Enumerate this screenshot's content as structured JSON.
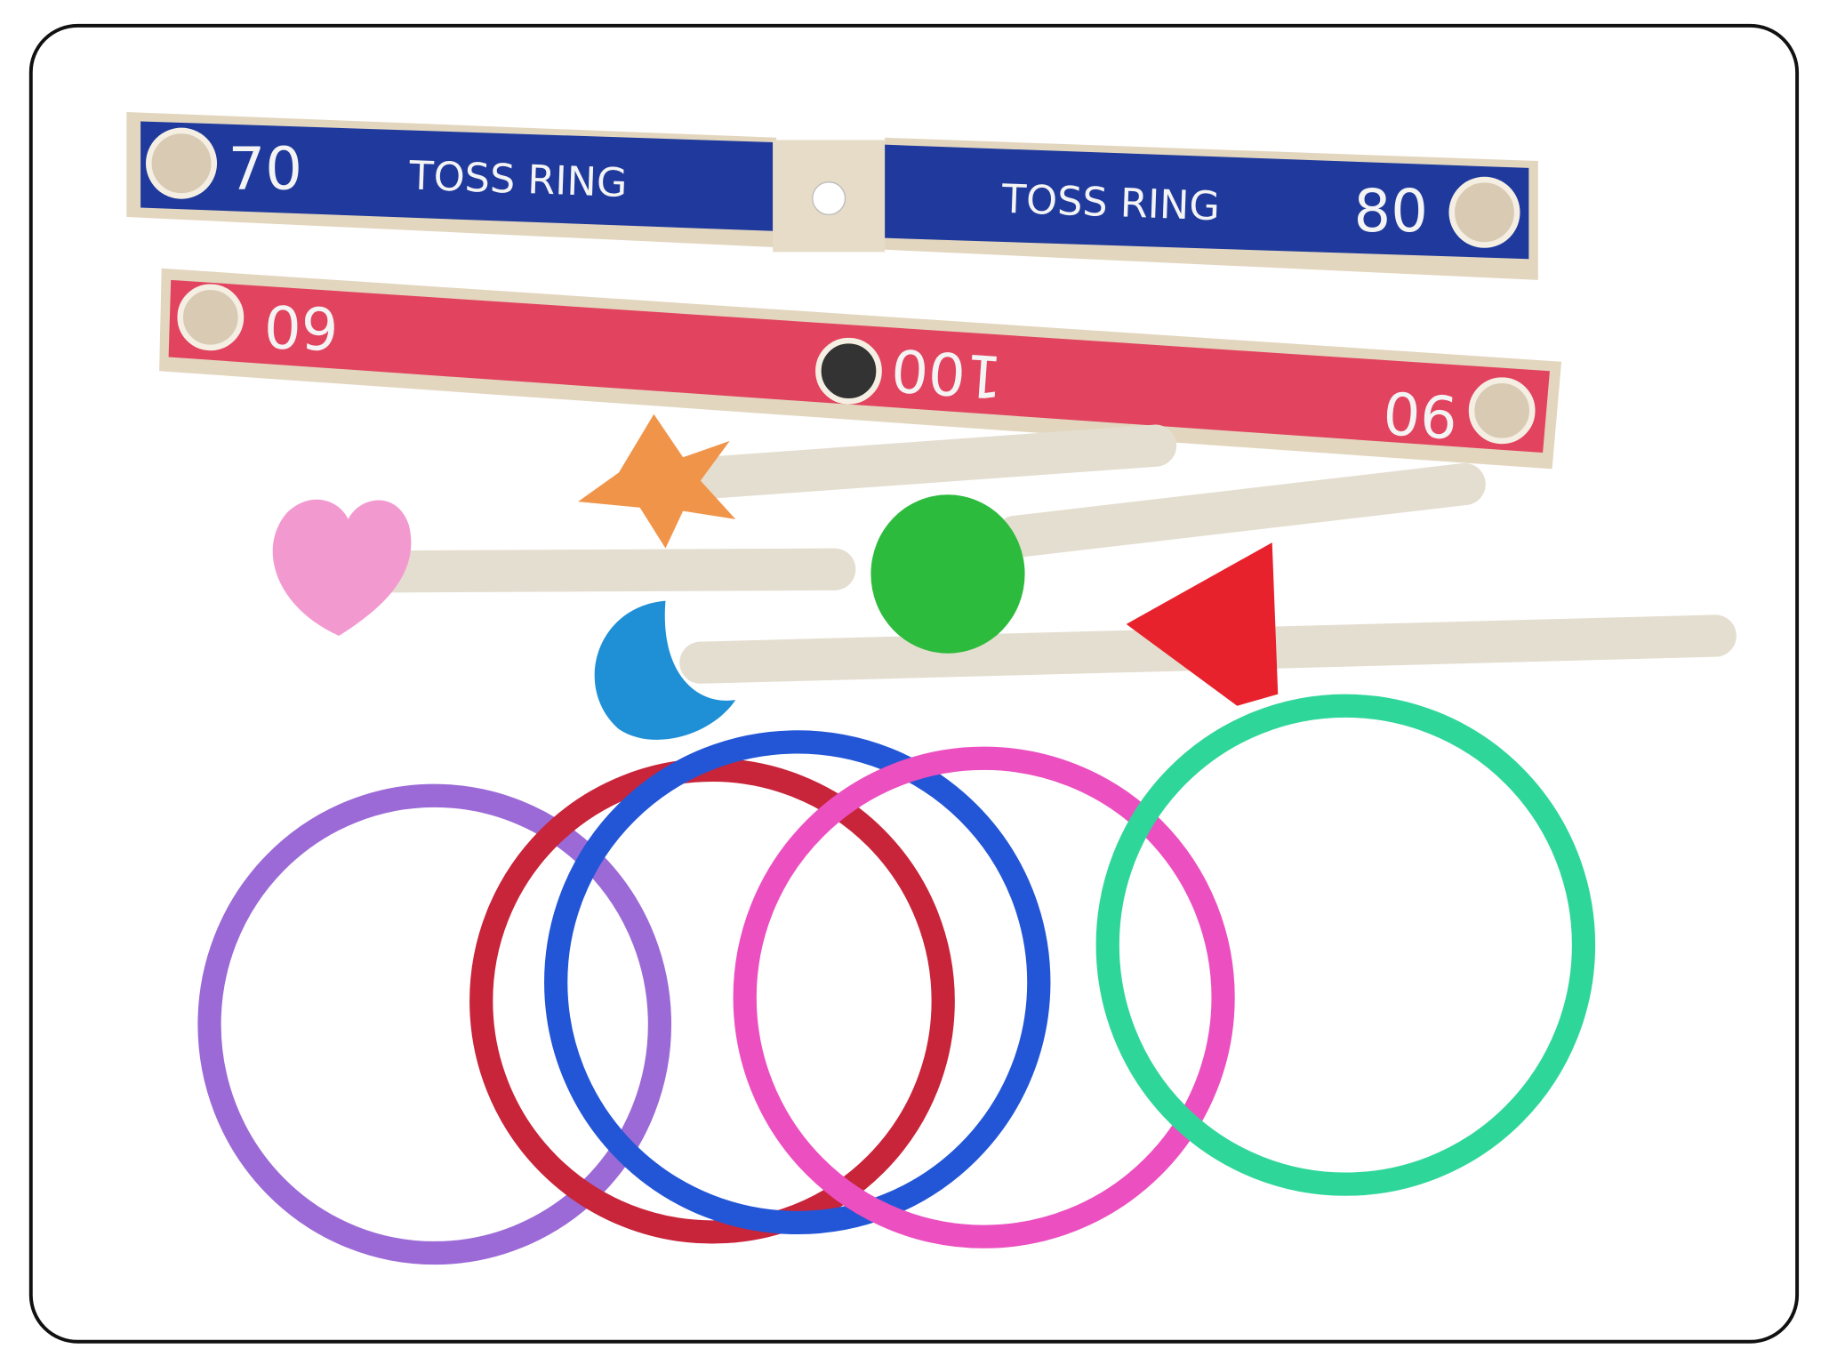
{
  "product": {
    "blue_bar": {
      "left_score": "70",
      "left_label": "TOSS RING",
      "right_label": "TOSS RING",
      "right_score": "80",
      "color": "#1f3a9c"
    },
    "red_bar": {
      "left_score": "60",
      "center_score": "100",
      "right_score": "90",
      "color": "#e2435f"
    },
    "pegs": [
      "star",
      "heart",
      "circle",
      "moon",
      "triangle"
    ],
    "ring_colors": [
      "#9b6ad6",
      "#c8243a",
      "#2356d6",
      "#ec4fc0",
      "#2fd69a"
    ]
  }
}
